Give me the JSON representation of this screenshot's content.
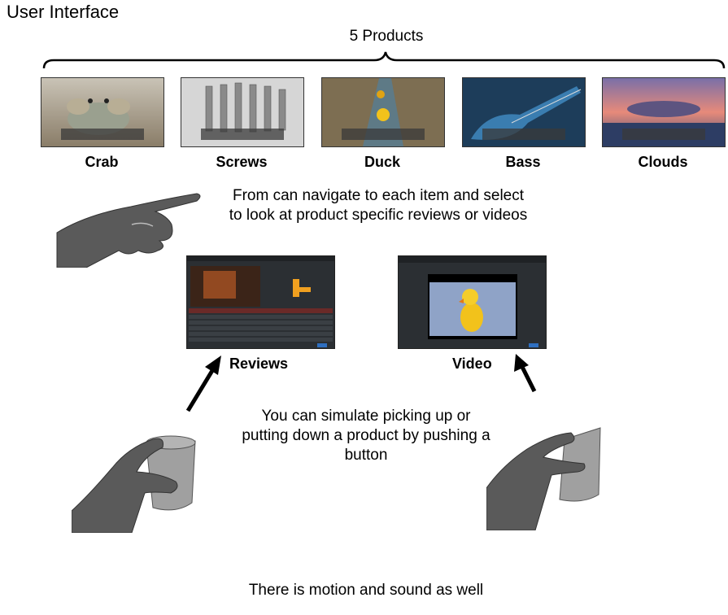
{
  "title": "User Interface",
  "products_label": "5 Products",
  "products": [
    {
      "name": "Crab"
    },
    {
      "name": "Screws"
    },
    {
      "name": "Duck"
    },
    {
      "name": "Bass"
    },
    {
      "name": "Clouds"
    }
  ],
  "navigate_text": "From can navigate to each item and select to look at product specific reviews or videos",
  "reviews_label": "Reviews",
  "video_label": "Video",
  "pickup_text": "You can simulate picking up or putting down a product by pushing a button",
  "motion_text": "There is motion and sound as well"
}
